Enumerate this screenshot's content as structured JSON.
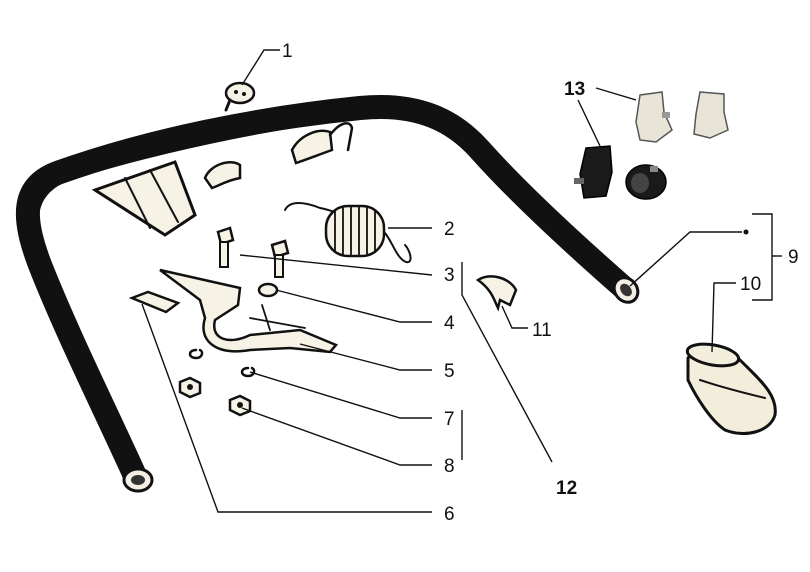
{
  "diagram": {
    "callouts": [
      {
        "id": "1",
        "text": "1"
      },
      {
        "id": "2",
        "text": "2"
      },
      {
        "id": "3",
        "text": "3"
      },
      {
        "id": "4",
        "text": "4"
      },
      {
        "id": "5",
        "text": "5"
      },
      {
        "id": "6",
        "text": "6"
      },
      {
        "id": "7",
        "text": "7"
      },
      {
        "id": "8",
        "text": "8"
      },
      {
        "id": "9",
        "text": "9"
      },
      {
        "id": "10",
        "text": "10"
      },
      {
        "id": "11",
        "text": "11"
      },
      {
        "id": "12",
        "text": "12"
      },
      {
        "id": "13",
        "text": "13"
      }
    ]
  }
}
